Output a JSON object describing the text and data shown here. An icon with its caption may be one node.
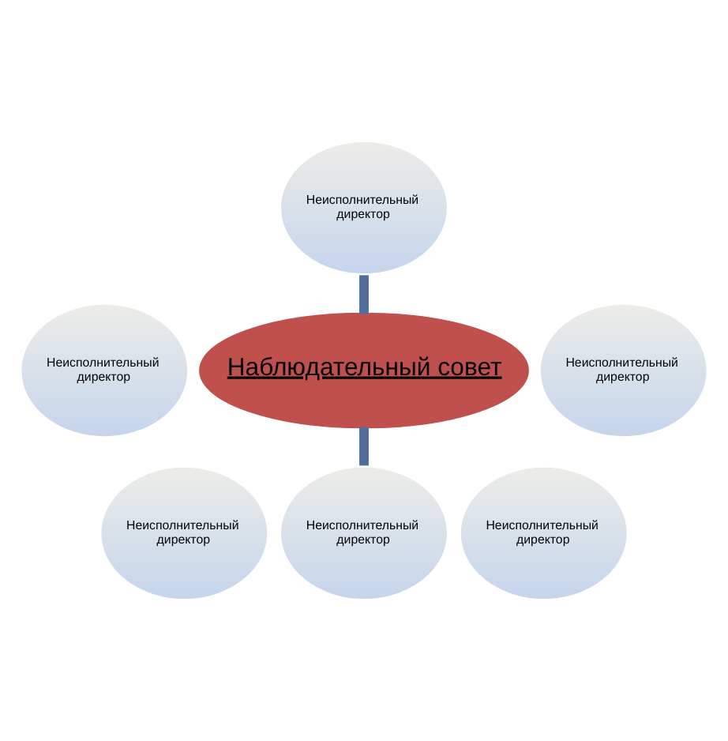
{
  "diagram": {
    "nodes": [
      {
        "text": [
          "Неисполнительный директор"
        ]
      },
      {
        "text": [
          "Неисполнительный директор"
        ]
      },
      {
        "text": [
          "Неисполнительный директор"
        ]
      },
      {
        "text": [
          "Наблюдательный совет"
        ]
      },
      {
        "text": [
          "Неисполнительный директор"
        ]
      },
      {
        "text": [
          "Неисполнительный директор"
        ]
      },
      {
        "text": [
          "Неисполнительный директор"
        ]
      }
    ],
    "edges": [
      {
        "from": 0,
        "to": 3,
        "arrow": "none"
      },
      {
        "from": 3,
        "to": 6,
        "arrow": "none"
      }
    ]
  }
}
